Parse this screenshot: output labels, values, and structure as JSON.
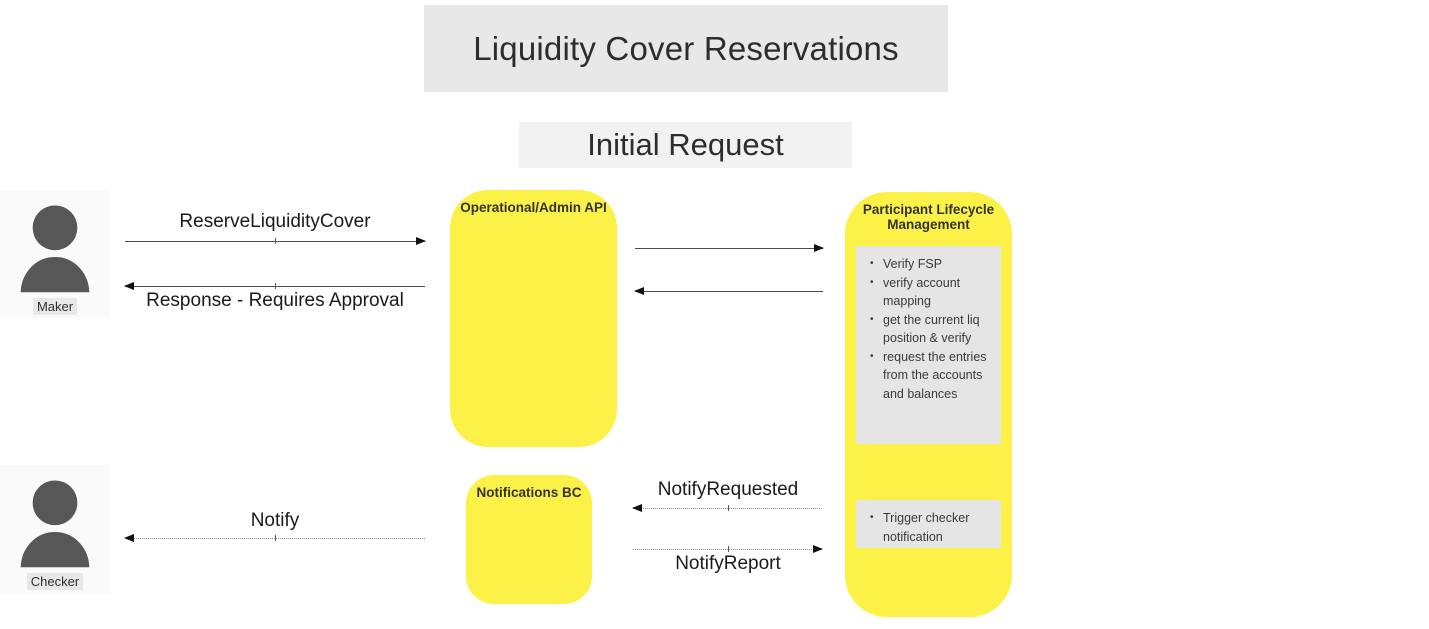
{
  "header": {
    "title": "Liquidity Cover Reservations",
    "subtitle": "Initial Request"
  },
  "actors": {
    "maker": {
      "label": "Maker"
    },
    "checker": {
      "label": "Checker"
    }
  },
  "components": {
    "api": {
      "title": "Operational/Admin API"
    },
    "notifications": {
      "title": "Notifications BC"
    },
    "plm": {
      "title": "Participant Lifecycle Management",
      "checks_panel": {
        "bullets": [
          "Verify FSP",
          "verify account mapping",
          "get the current liq position & verify",
          "request the entries from the accounts and balances"
        ]
      },
      "notify_panel": {
        "bullets": [
          "Trigger checker notification"
        ]
      }
    }
  },
  "messages": {
    "reserve": {
      "label": "ReserveLiquidityCover",
      "style": "solid",
      "direction": "right",
      "from": "Maker",
      "to": "Operational/Admin API"
    },
    "response": {
      "label": "Response - Requires Approval",
      "style": "solid",
      "direction": "left",
      "from": "Operational/Admin API",
      "to": "Maker"
    },
    "api_to_plm": {
      "label": "",
      "style": "solid",
      "direction": "right",
      "from": "Operational/Admin API",
      "to": "Participant Lifecycle Management"
    },
    "plm_to_api": {
      "label": "",
      "style": "solid",
      "direction": "left",
      "from": "Participant Lifecycle Management",
      "to": "Operational/Admin API"
    },
    "notify": {
      "label": "Notify",
      "style": "dotted",
      "direction": "left",
      "from": "Notifications BC",
      "to": "Checker"
    },
    "notify_requested": {
      "label": "NotifyRequested",
      "style": "dotted",
      "direction": "left",
      "from": "Participant Lifecycle Management",
      "to": "Notifications BC"
    },
    "notify_report": {
      "label": "NotifyReport",
      "style": "dotted",
      "direction": "right",
      "from": "Notifications BC",
      "to": "Participant Lifecycle Management"
    }
  },
  "colors": {
    "component_fill": "#fcf146",
    "panel_fill": "#e5e5e5",
    "title_bg": "#e8e8e8",
    "subtitle_bg": "#f2f2f2",
    "actor_bg": "#fafafa",
    "actor_icon": "#575757"
  }
}
